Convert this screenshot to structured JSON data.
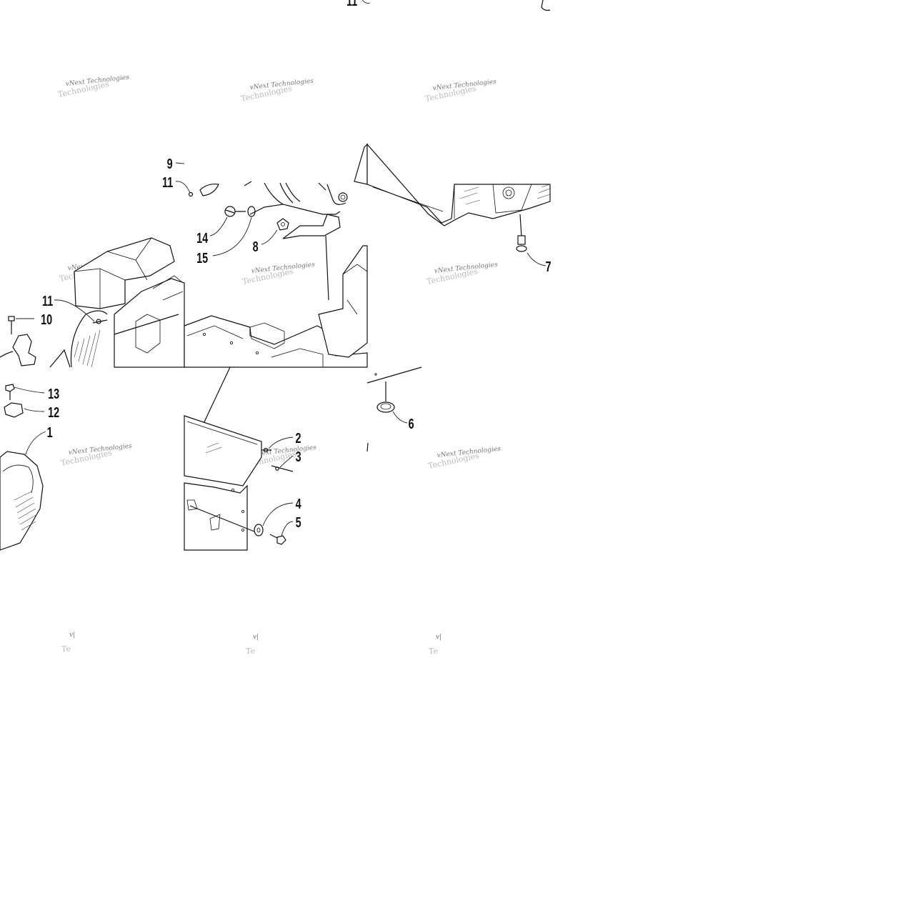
{
  "callouts": {
    "c1": "1",
    "c2": "2",
    "c3": "3",
    "c4": "4",
    "c5": "5",
    "c6": "6",
    "c7": "7",
    "c8": "8",
    "c9": "9",
    "c10": "10",
    "c11a": "11",
    "c11b": "11",
    "c11c": "11",
    "c12": "12",
    "c13": "13",
    "c14": "14",
    "c15": "15"
  },
  "watermark": {
    "line1": "vNext Technologies",
    "line2": "Technologies",
    "partial_v": "v|",
    "partial_t": "Te"
  },
  "colors": {
    "line": "#111111",
    "watermark": "#777777",
    "background": "#ffffff"
  }
}
